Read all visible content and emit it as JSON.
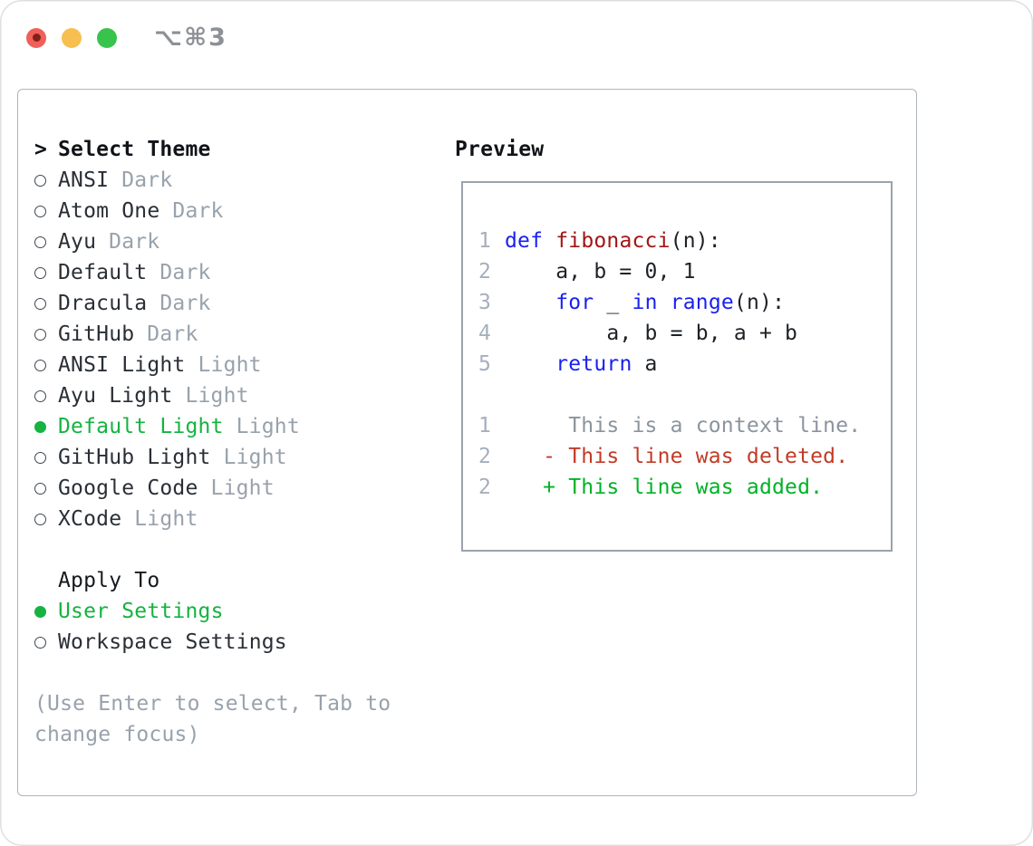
{
  "titlebar": {
    "title": "⌥⌘3"
  },
  "theme_selector": {
    "prompt": ">",
    "heading": "Select Theme",
    "items": [
      {
        "name": "ANSI",
        "variant": "Dark",
        "selected": false
      },
      {
        "name": "Atom One",
        "variant": "Dark",
        "selected": false
      },
      {
        "name": "Ayu",
        "variant": "Dark",
        "selected": false
      },
      {
        "name": "Default",
        "variant": "Dark",
        "selected": false
      },
      {
        "name": "Dracula",
        "variant": "Dark",
        "selected": false
      },
      {
        "name": "GitHub",
        "variant": "Dark",
        "selected": false
      },
      {
        "name": "ANSI Light",
        "variant": "Light",
        "selected": false
      },
      {
        "name": "Ayu Light",
        "variant": "Light",
        "selected": false
      },
      {
        "name": "Default Light",
        "variant": "Light",
        "selected": true
      },
      {
        "name": "GitHub Light",
        "variant": "Light",
        "selected": false
      },
      {
        "name": "Google Code",
        "variant": "Light",
        "selected": false
      },
      {
        "name": "XCode",
        "variant": "Light",
        "selected": false
      }
    ]
  },
  "apply_to": {
    "heading": "Apply To",
    "options": [
      {
        "label": "User Settings",
        "selected": true
      },
      {
        "label": "Workspace Settings",
        "selected": false
      }
    ]
  },
  "hint": {
    "line1": "(Use Enter to select, Tab to",
    "line2": "change focus)"
  },
  "preview": {
    "heading": "Preview",
    "code": [
      {
        "num": "1",
        "tokens": [
          "def",
          " ",
          "fibonacci",
          "(n):"
        ]
      },
      {
        "num": "2",
        "tokens": [
          "    a, b = 0, 1"
        ]
      },
      {
        "num": "3",
        "tokens": [
          "    ",
          "for",
          " _ ",
          "in",
          " ",
          "range",
          "(n):"
        ]
      },
      {
        "num": "4",
        "tokens": [
          "        a, b = b, a + b"
        ]
      },
      {
        "num": "5",
        "tokens": [
          "    ",
          "return",
          " a"
        ]
      }
    ],
    "diff": [
      {
        "num": "1",
        "text": "     This is a context line."
      },
      {
        "num": "2",
        "text": "   - This line was deleted."
      },
      {
        "num": "2",
        "text": "   + This line was added."
      }
    ]
  },
  "colors": {
    "selected_green": "#15b341",
    "keyword_blue": "#1a21f0",
    "function_red": "#a31515",
    "diff_deleted_red": "#c23b26",
    "diff_added_green": "#00b227",
    "muted_gray": "#98a2ac",
    "line_number_gray": "#a6afbc",
    "panel_border": "#aeb5bd",
    "preview_border": "#9aa3ad",
    "traffic_red": "#f0605a",
    "traffic_yellow": "#f6bf50",
    "traffic_green": "#37c34c"
  }
}
